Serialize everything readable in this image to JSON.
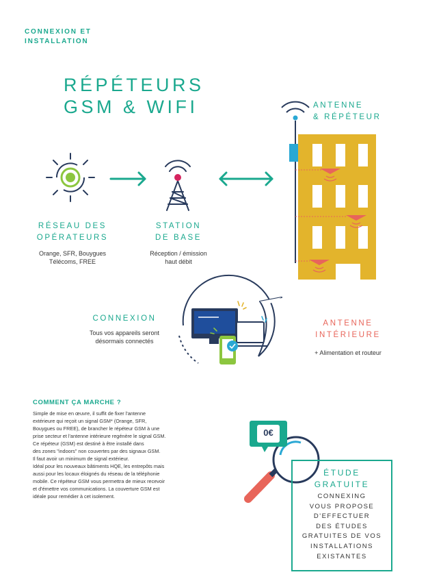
{
  "header": {
    "section": "CONNEXION ET\nINSTALLATION"
  },
  "title": "RÉPÉTEURS\nGSM & WIFI",
  "network": {
    "operators_title": "RÉSEAU DES\nOPÉRATEURS",
    "operators_desc": "Orange, SFR, Bouygues\nTélécoms, FREE",
    "station_title": "STATION\nDE BASE",
    "station_desc": "Réception / émission\nhaut débit",
    "antenna_title": "ANTENNE\n& RÉPÉTEUR"
  },
  "connexion": {
    "title": "CONNEXION",
    "desc": "Tous vos appareils seront\ndésormais connectés"
  },
  "indoor": {
    "title": "ANTENNE\nINTÉRIEURE",
    "desc": "+ Alimentation et routeur"
  },
  "how": {
    "title": "COMMENT ÇA MARCHE ?",
    "body": "Simple de mise en œuvre, il suffit de fixer l'antenne\nextérieure qui reçoit un signal GSM* (Orange, SFR,\nBouygues ou FREE), de brancher le répéteur GSM à une\nprise secteur et l'antenne intérieure regénère le signal GSM.\nCe répéteur (GSM) est destiné à être installé dans\ndes zones \"indoors\" non couvertes par des signaux GSM.\nIl faut avoir un minimum de signal extérieur.\nIdéal pour les nouveaux bâtiments HQE, les entrepôts mais\naussi pour les locaux éloignés du réseau de la téléphonie\nmobile. Ce répéteur GSM vous permettra de mieux recevoir\net d'émettre vos communications. La couverture GSM est\nidéale pour remédier à cet isolement."
  },
  "etude": {
    "price": "0€",
    "title": "ÉTUDE\nGRATUITE",
    "body": "CONNEXING\nVOUS PROPOSE\nD'EFFECTUER\nDES ÉTUDES\nGRATUITES DE VOS\nINSTALLATIONS\nEXISTANTES"
  },
  "colors": {
    "teal": "#1aa88e",
    "coral": "#e8655a",
    "building": "#e3b42c",
    "navy": "#283a5c",
    "blue": "#1f4e9c",
    "green": "#8cc63f",
    "cyan": "#2aa8d4"
  }
}
